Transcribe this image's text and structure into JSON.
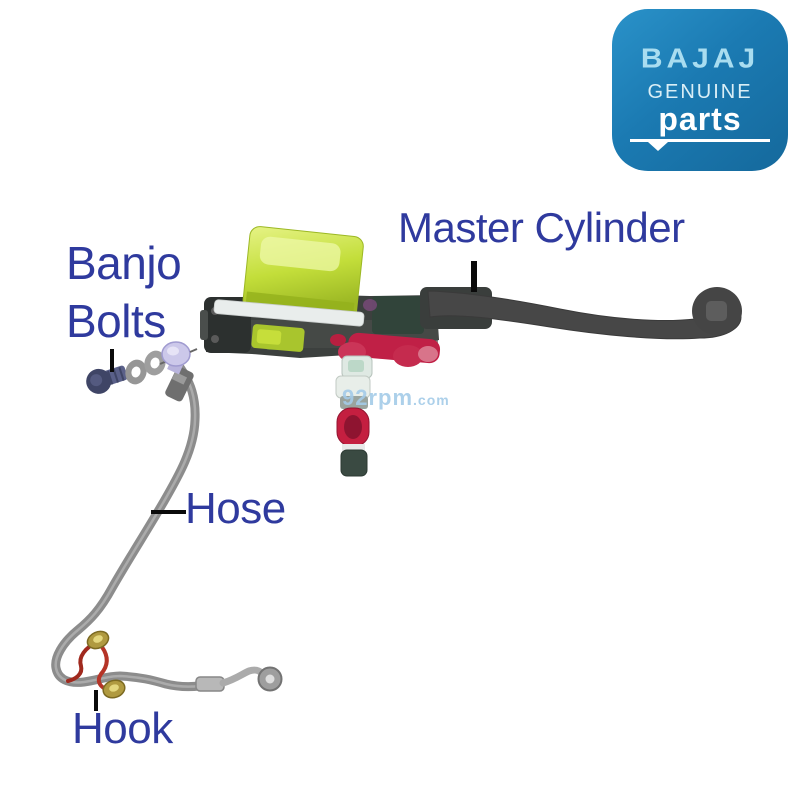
{
  "page": {
    "background": "#ffffff"
  },
  "logo": {
    "brand": "BAJAJ",
    "genuine": "GENUINE",
    "parts": "parts",
    "colors": {
      "background_top": "#2a92c9",
      "background_bottom": "#15699c",
      "brand_text": "#a9ddf0",
      "genuine_text": "#d9eef6",
      "parts_text": "#ffffff"
    }
  },
  "labels": {
    "color": "#2f3a9e",
    "banjo_bolts_line1": "Banjo",
    "banjo_bolts_line2": "Bolts",
    "master_cylinder": "Master Cylinder",
    "hose": "Hose",
    "hook": "Hook"
  },
  "watermark": {
    "text": "92rpm",
    "suffix": ".com",
    "color": "#a4cbe8"
  },
  "illustration": {
    "subject": "front brake master cylinder assembly with brake hose",
    "parts": [
      "reservoir",
      "master-cylinder-body",
      "handlebar-clamp",
      "brake-lever",
      "banjo-bolt",
      "washers",
      "banjo-fitting",
      "brake-hose",
      "hose-hooks",
      "hose-end-ring"
    ],
    "colors": {
      "reservoir_lime": "#c3de3a",
      "reservoir_highlight": "#eef8a8",
      "body_gray": "#3c403e",
      "clamp_dark": "#2c302f",
      "lever_gray": "#474747",
      "red_parts": "#c41f40",
      "pink_switch": "#d8748a",
      "hose_gray": "#8c8c8c",
      "hook_wire_red": "#a8301f",
      "brass_fitting": "#b09a40",
      "banjo_fitting_lavender": "#ccc8ea",
      "bolt_navy": "#3f4566",
      "washer_gray": "#969696",
      "leader_line": "#0a0a0a"
    }
  }
}
